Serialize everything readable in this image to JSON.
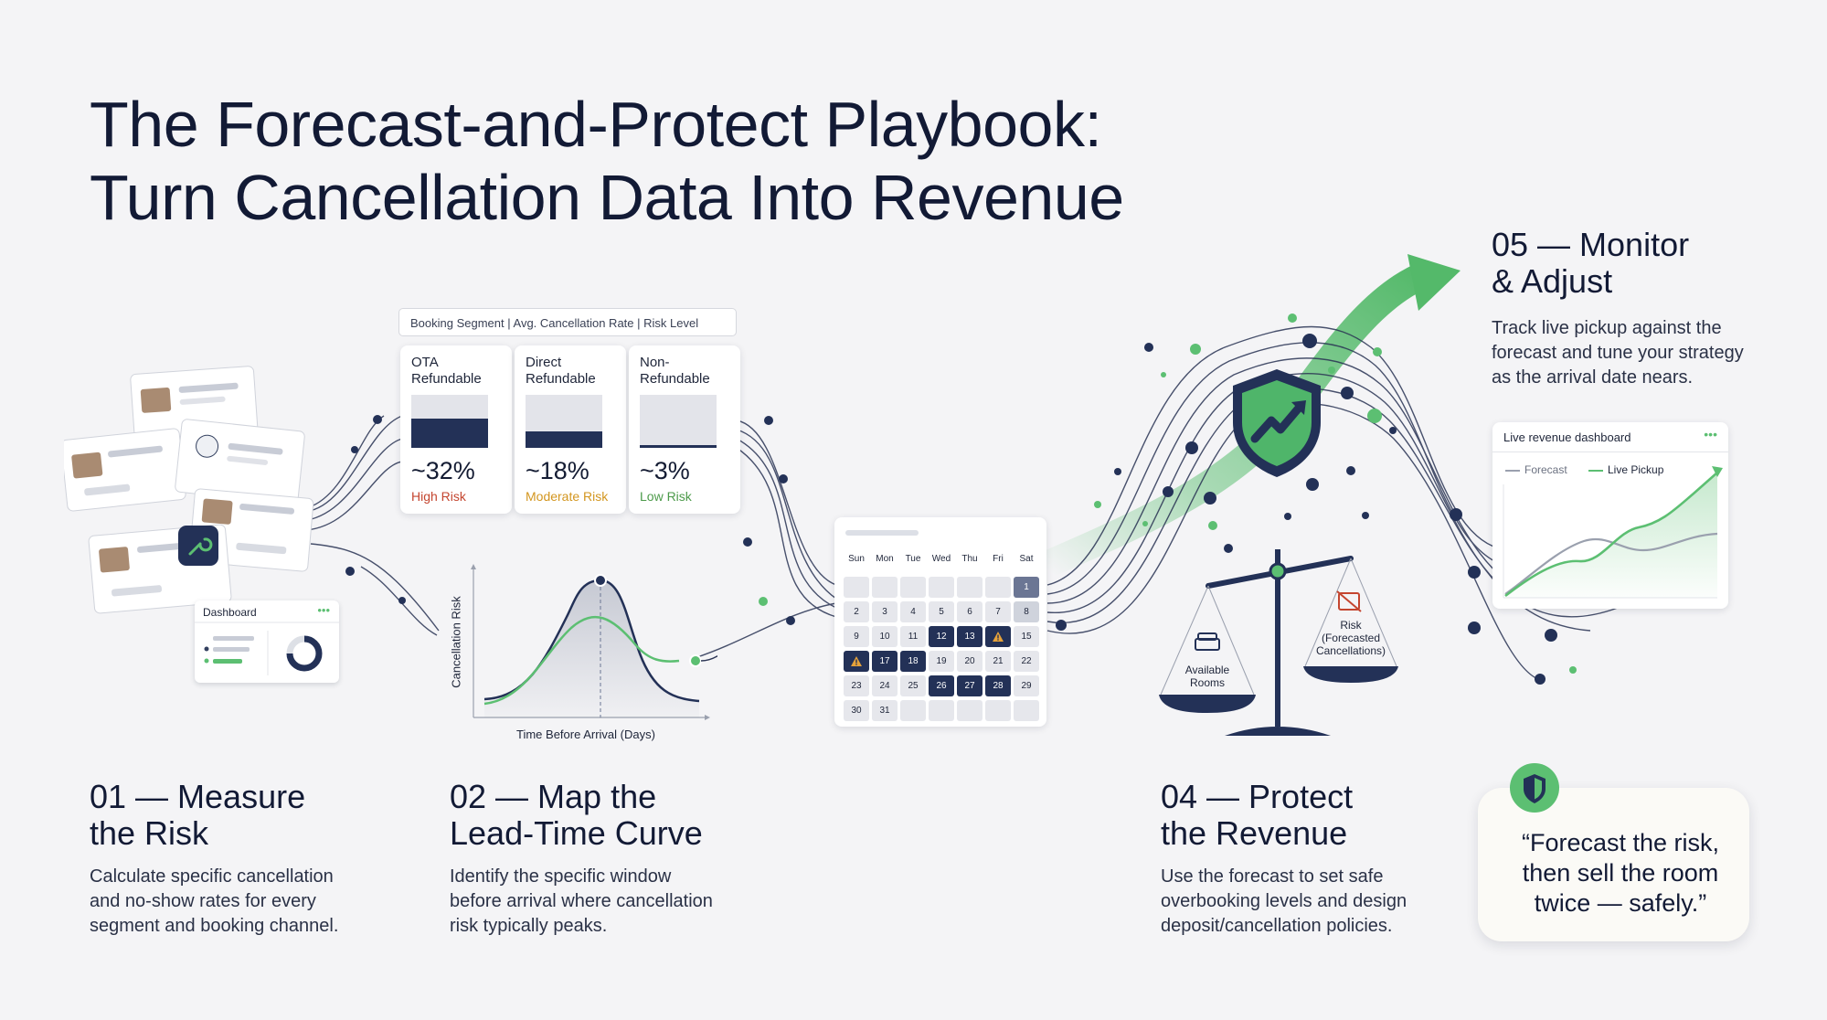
{
  "title": {
    "line1": "The Forecast-and-Protect Playbook:",
    "line2": "Turn Cancellation Data Into Revenue"
  },
  "steps": {
    "s01": {
      "title_line1": "01 — Measure",
      "title_line2": "the Risk",
      "desc_lines": [
        "Calculate specific cancellation",
        "and no-show rates for every",
        "segment and booking channel."
      ]
    },
    "s02": {
      "title_line1": "02 — Map the",
      "title_line2": "Lead-Time Curve",
      "desc_lines": [
        "Identify the specific window",
        "before arrival where cancellation",
        "risk typically peaks."
      ]
    },
    "s04": {
      "title_line1": "04 — Protect",
      "title_line2": "the Revenue",
      "desc_lines": [
        "Use the forecast to set safe",
        "overbooking levels and design",
        "deposit/cancellation policies."
      ]
    },
    "s05": {
      "title_line1": "05 — Monitor",
      "title_line2": "& Adjust",
      "desc_lines": [
        "Track live pickup against the",
        "forecast and tune your strategy",
        "as the arrival date nears."
      ]
    }
  },
  "segments": {
    "header": "Booking Segment | Avg. Cancellation Rate | Risk Level",
    "items": [
      {
        "name_line1": "OTA",
        "name_line2": "Refundable",
        "pct_label": "~32%",
        "fill": 0.55,
        "risk": "High Risk",
        "risk_color": "#c4452f"
      },
      {
        "name_line1": "Direct",
        "name_line2": "Refundable",
        "pct_label": "~18%",
        "fill": 0.31,
        "risk": "Moderate Risk",
        "risk_color": "#d3961f"
      },
      {
        "name_line1": "Non-",
        "name_line2": "Refundable",
        "pct_label": "~3%",
        "fill": 0.05,
        "risk": "Low Risk",
        "risk_color": "#4c9a4a"
      }
    ]
  },
  "lead_chart": {
    "ylabel": "Cancellation Risk",
    "xlabel": "Time Before Arrival (Days)"
  },
  "mini_dashboard": {
    "title": "Dashboard",
    "menu": "•••"
  },
  "calendar": {
    "day_headers": [
      "Sun",
      "Mon",
      "Tue",
      "Wed",
      "Thu",
      "Fri",
      "Sat"
    ],
    "cells": [
      {
        "t": "",
        "s": "ph"
      },
      {
        "t": "",
        "s": "ph"
      },
      {
        "t": "",
        "s": "ph"
      },
      {
        "t": "",
        "s": "ph"
      },
      {
        "t": "",
        "s": "ph"
      },
      {
        "t": "",
        "s": "ph"
      },
      {
        "t": "1",
        "s": "blue"
      },
      {
        "t": "2",
        "s": ""
      },
      {
        "t": "3",
        "s": ""
      },
      {
        "t": "4",
        "s": ""
      },
      {
        "t": "5",
        "s": ""
      },
      {
        "t": "6",
        "s": ""
      },
      {
        "t": "7",
        "s": ""
      },
      {
        "t": "8",
        "s": "light"
      },
      {
        "t": "9",
        "s": ""
      },
      {
        "t": "10",
        "s": ""
      },
      {
        "t": "11",
        "s": ""
      },
      {
        "t": "12",
        "s": "dark"
      },
      {
        "t": "13",
        "s": "dark"
      },
      {
        "t": "",
        "s": "warn"
      },
      {
        "t": "15",
        "s": ""
      },
      {
        "t": "",
        "s": "warnd"
      },
      {
        "t": "17",
        "s": "dark"
      },
      {
        "t": "18",
        "s": "dark"
      },
      {
        "t": "19",
        "s": ""
      },
      {
        "t": "20",
        "s": ""
      },
      {
        "t": "21",
        "s": ""
      },
      {
        "t": "22",
        "s": ""
      },
      {
        "t": "23",
        "s": ""
      },
      {
        "t": "24",
        "s": ""
      },
      {
        "t": "25",
        "s": ""
      },
      {
        "t": "26",
        "s": "dark"
      },
      {
        "t": "27",
        "s": "dark"
      },
      {
        "t": "28",
        "s": "dark"
      },
      {
        "t": "29",
        "s": ""
      },
      {
        "t": "30",
        "s": ""
      },
      {
        "t": "31",
        "s": ""
      },
      {
        "t": "",
        "s": "ph"
      },
      {
        "t": "",
        "s": "ph"
      },
      {
        "t": "",
        "s": "ph"
      },
      {
        "t": "",
        "s": "ph"
      },
      {
        "t": "",
        "s": "ph"
      }
    ]
  },
  "scale": {
    "left_line1": "Available",
    "left_line2": "Rooms",
    "right_line1": "Risk",
    "right_line2": "(Forecasted",
    "right_line3": "Cancellations)"
  },
  "live_dashboard": {
    "title": "Live revenue dashboard",
    "menu": "•••",
    "legend_forecast": "Forecast",
    "legend_pickup": "Live Pickup"
  },
  "quote": {
    "line1": "“Forecast the risk,",
    "line2": "then sell the room",
    "line3": "twice — safely.”"
  },
  "colors": {
    "navy": "#233157",
    "green": "#5cbf72",
    "text": "#121a35",
    "high": "#c4452f",
    "moderate": "#d3961f",
    "low": "#4c9a4a"
  },
  "icons": [
    "wrench-icon",
    "shield-icon",
    "warning-icon",
    "scale-icon",
    "bed-icon",
    "upward-arrow-icon"
  ]
}
